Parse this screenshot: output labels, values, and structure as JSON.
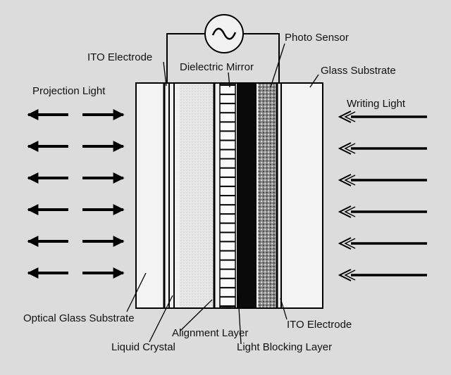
{
  "labels": {
    "ito_electrode_top": "ITO Electrode",
    "dielectric_mirror": "Dielectric Mirror",
    "photo_sensor": "Photo Sensor",
    "glass_substrate": "Glass Substrate",
    "projection_light": "Projection Light",
    "writing_light": "Writing Light",
    "optical_glass_substrate": "Optical Glass Substrate",
    "alignment_layer": "Alignment Layer",
    "ito_electrode_bottom": "ITO Electrode",
    "liquid_crystal": "Liquid Crystal",
    "light_blocking_layer": "Light Blocking Layer"
  },
  "ac_source": {
    "icon": "ac-source-icon"
  },
  "projection_arrow_rows": 6,
  "writing_arrow_rows": 6,
  "mirror_stripe_count": 24
}
